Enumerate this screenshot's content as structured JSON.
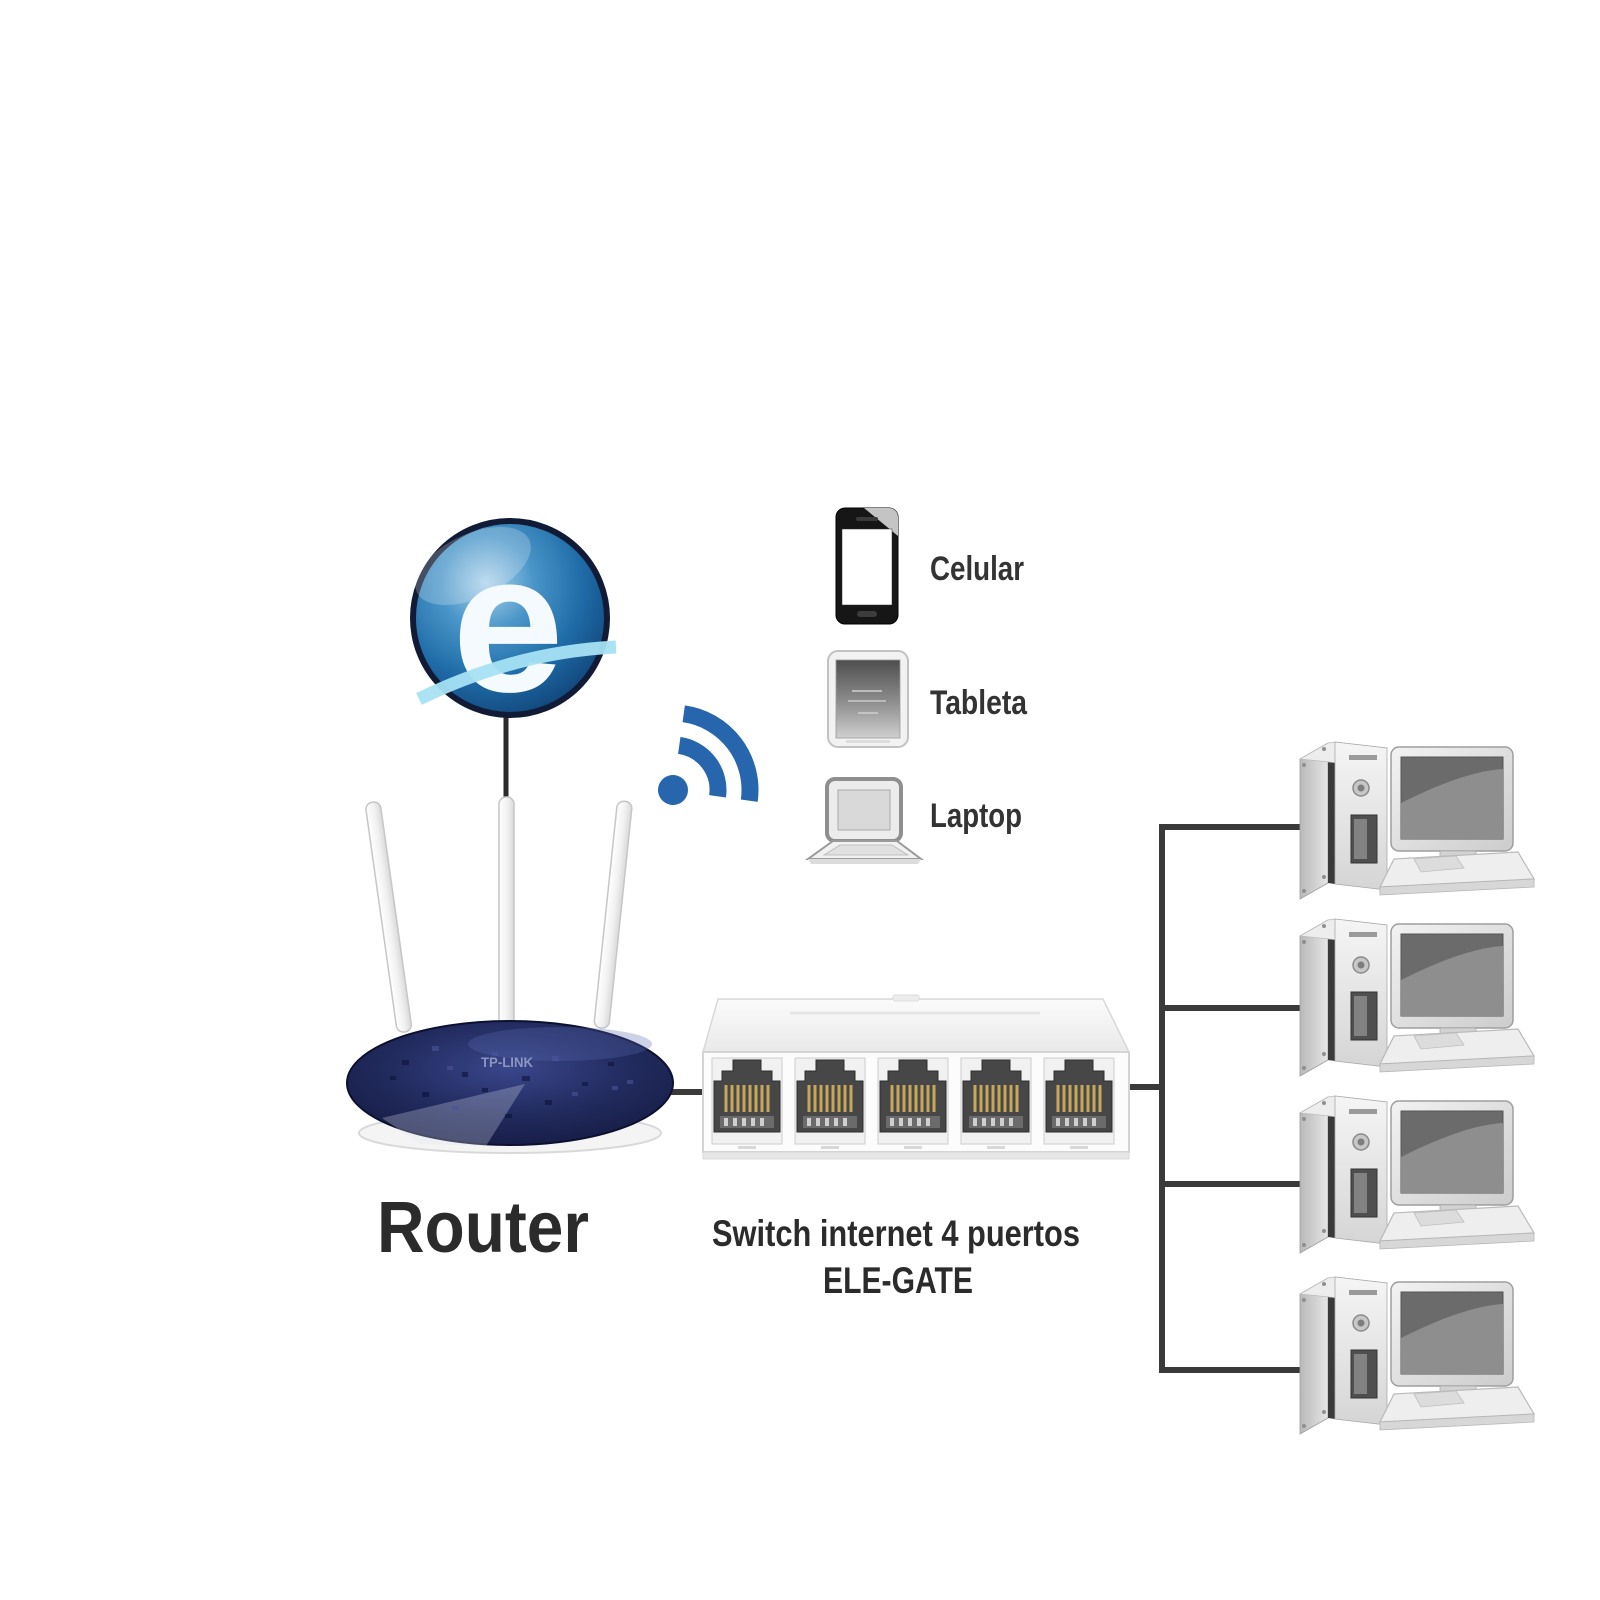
{
  "internet": {
    "glyph": "e"
  },
  "router": {
    "label": "Router",
    "brand": "TP-LINK"
  },
  "switch": {
    "title": "Switch internet 4 puertos",
    "subtitle": "ELE-GATE",
    "ports_visible": 5
  },
  "devices": [
    {
      "label": "Celular"
    },
    {
      "label": "Tableta"
    },
    {
      "label": "Laptop"
    }
  ],
  "computers": {
    "count": 4
  },
  "colors": {
    "background": "#ffffff",
    "wifi_blue": "#2765ad",
    "router_navy": "#222b5e",
    "globe_blue": "#2e7cb8",
    "line": "#3a3a3a",
    "text": "#2f2f2f"
  }
}
